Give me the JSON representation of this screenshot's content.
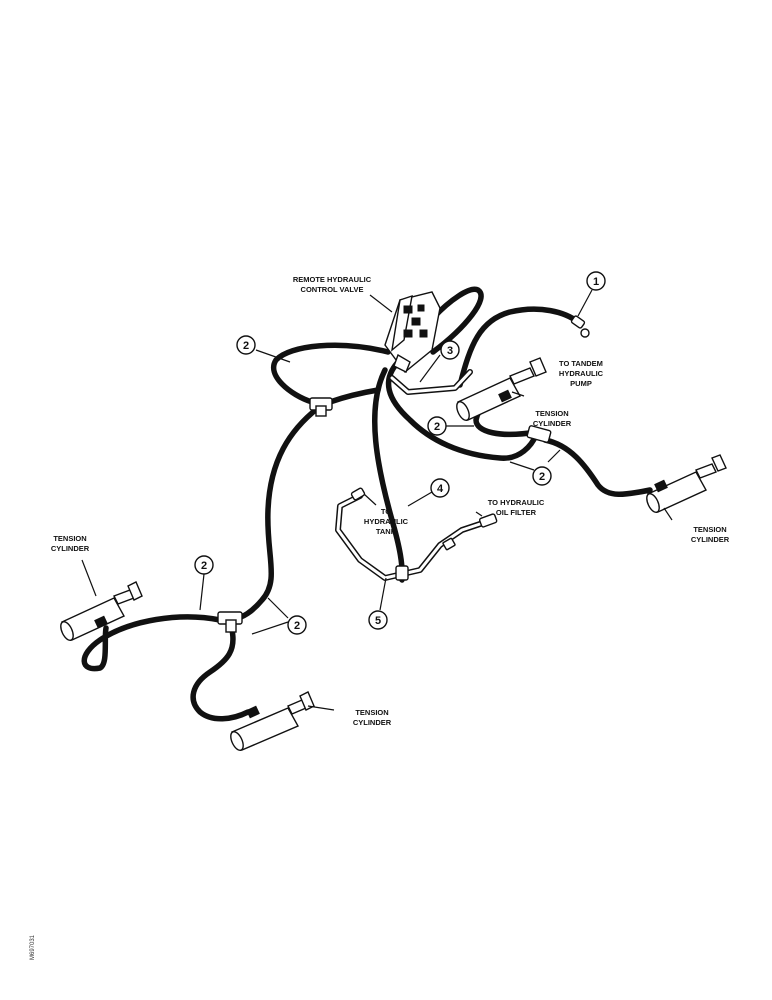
{
  "labels": {
    "control_valve": [
      "REMOTE HYDRAULIC",
      "CONTROL VALVE"
    ],
    "pump": [
      "TO TANDEM",
      "HYDRAULIC",
      "PUMP"
    ],
    "tank": [
      "TO",
      "HYDRAULIC",
      "TANK"
    ],
    "oil_filter": [
      "TO HYDRAULIC",
      "OIL FILTER"
    ],
    "cyl_upper_mid": [
      "TENSION",
      "CYLINDER"
    ],
    "cyl_right": [
      "TENSION",
      "CYLINDER"
    ],
    "cyl_left": [
      "TENSION",
      "CYLINDER"
    ],
    "cyl_bottom": [
      "TENSION",
      "CYLINDER"
    ]
  },
  "callouts": {
    "c1": "1",
    "c2a": "2",
    "c2b": "2",
    "c2c": "2",
    "c2d": "2",
    "c2e": "2",
    "c3": "3",
    "c4": "4",
    "c5": "5"
  },
  "figure_id": "M697031"
}
